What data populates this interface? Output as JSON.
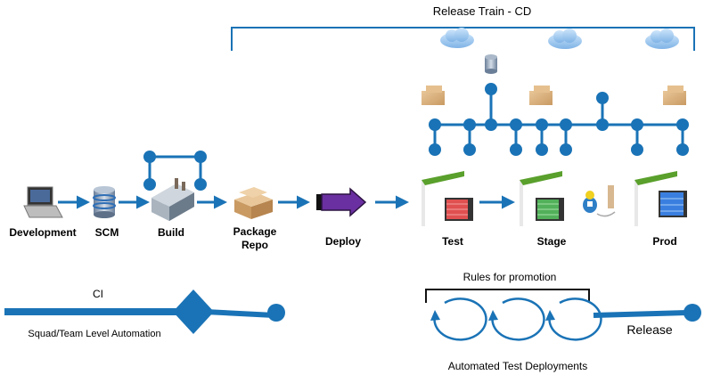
{
  "release_train": {
    "title": "Release Train - CD"
  },
  "pipeline": {
    "development": "Development",
    "scm": "SCM",
    "build": "Build",
    "package_repo_line1": "Package",
    "package_repo_line2": "Repo",
    "deploy": "Deploy",
    "test": "Test",
    "stage": "Stage",
    "prod": "Prod"
  },
  "ci": {
    "label": "CI",
    "caption": "Squad/Team Level Automation"
  },
  "promotion": {
    "rules_label": "Rules for promotion",
    "caption": "Automated Test Deployments",
    "release_label": "Release"
  },
  "colors": {
    "accent_blue": "#1a73b6",
    "deploy_purple": "#6a2fa0",
    "gate_green": "#5aa02c"
  }
}
